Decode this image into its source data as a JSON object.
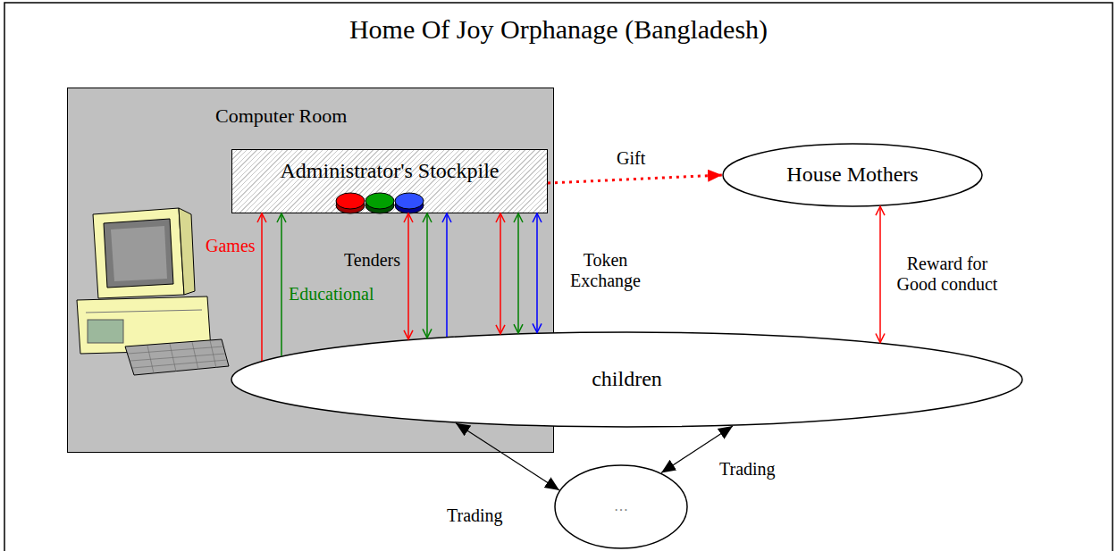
{
  "diagram": {
    "title": "Home Of Joy Orphanage (Bangladesh)",
    "nodes": [
      {
        "text": [
          "Computer Room"
        ]
      },
      {
        "text": [
          "Administrator's Stockpile"
        ],
        "in": 0
      },
      {
        "text": [
          "House Mothers"
        ]
      },
      {
        "text": [
          "children"
        ]
      },
      {
        "text": [
          "…"
        ]
      }
    ],
    "edges": [
      {
        "from": 1,
        "to": 2,
        "label": "Gift",
        "arrow": "to"
      },
      {
        "from": 2,
        "to": 3,
        "label": "Reward for Good conduct",
        "arrow": "both"
      },
      {
        "from": 3,
        "to": 1,
        "label": "Games",
        "arrow": "to"
      },
      {
        "from": 3,
        "to": 1,
        "label": "Educational",
        "arrow": "to"
      },
      {
        "from": 1,
        "to": 3,
        "label": "Tenders",
        "arrow": "both"
      },
      {
        "from": 1,
        "to": 3,
        "arrow": "both"
      },
      {
        "from": 3,
        "to": 1,
        "arrow": "to"
      },
      {
        "from": 1,
        "to": 3,
        "label": "Token Exchange",
        "arrow": "both"
      },
      {
        "from": 1,
        "to": 3,
        "arrow": "both"
      },
      {
        "from": 1,
        "to": 3,
        "arrow": "both"
      },
      {
        "from": 3,
        "to": 4,
        "label": "Trading",
        "arrow": "both"
      },
      {
        "from": 3,
        "to": 4,
        "label": "Trading",
        "arrow": "both"
      }
    ]
  }
}
